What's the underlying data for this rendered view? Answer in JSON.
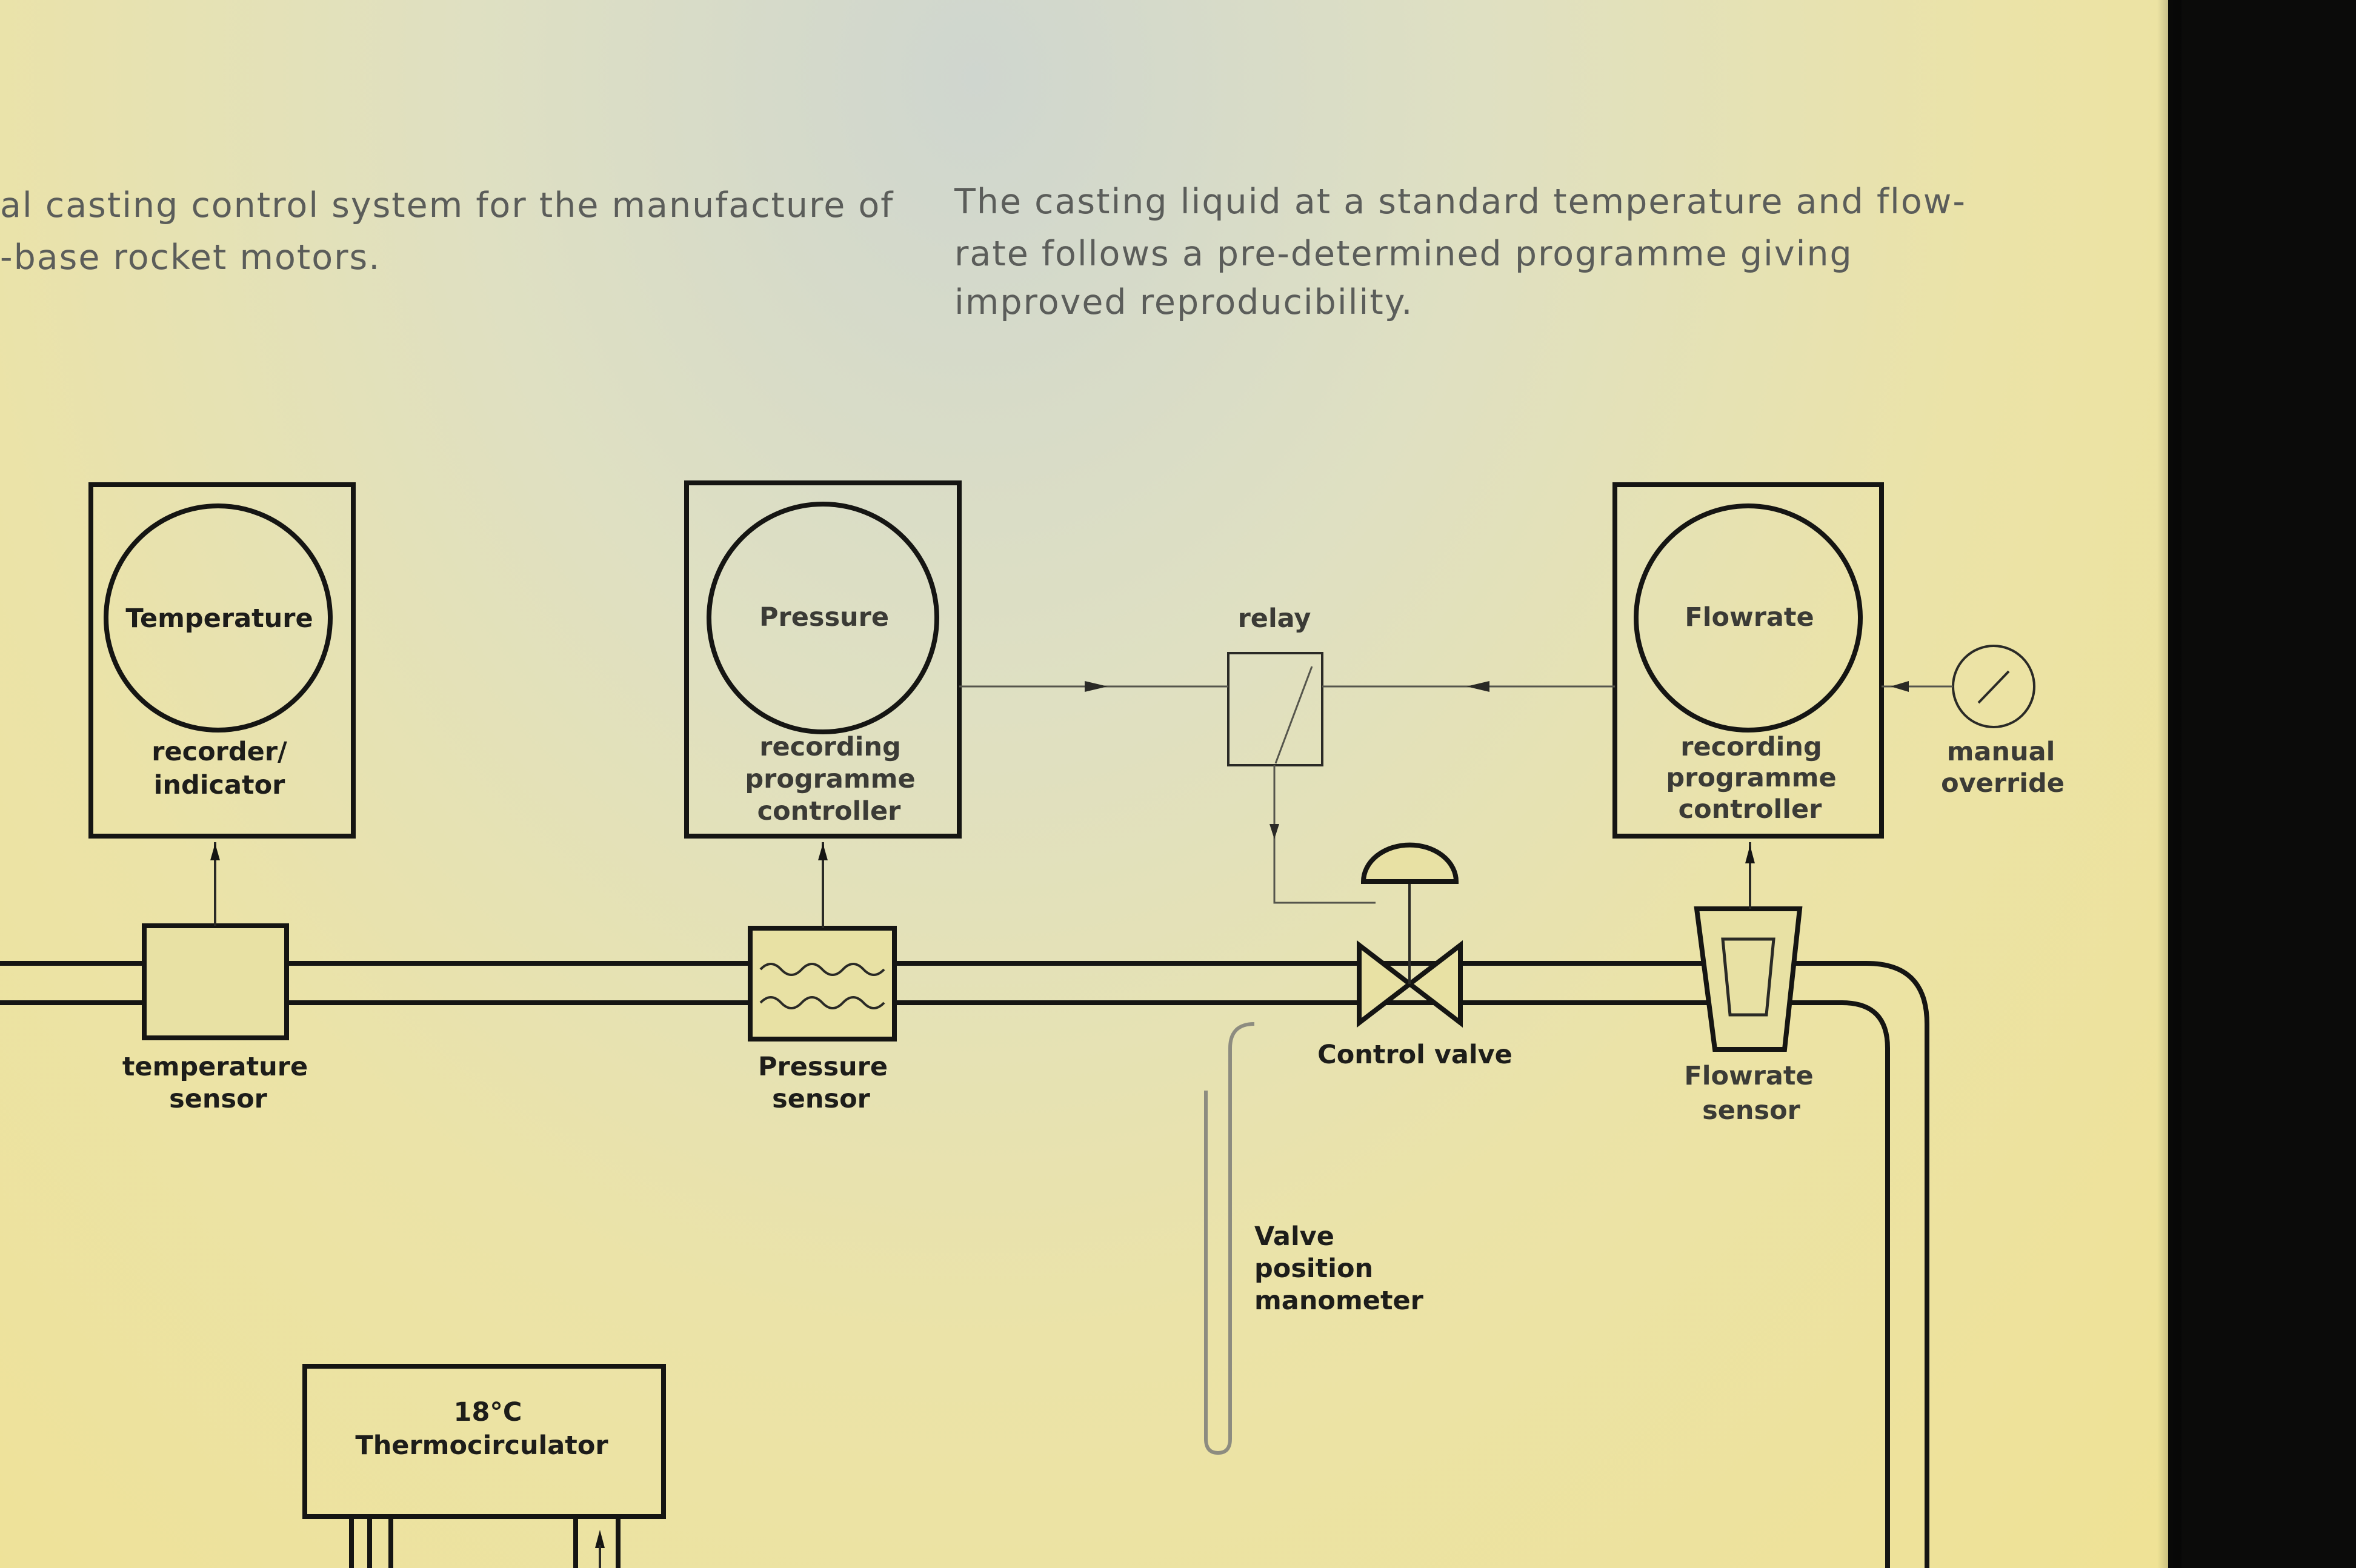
{
  "captions": {
    "left": [
      "al casting control system for the manufacture of",
      "-base rocket motors."
    ],
    "right": [
      "The casting liquid at a standard temperature and flow-",
      "rate follows a pre-determined programme giving",
      "improved reproducibility."
    ]
  },
  "instruments": {
    "temperature": {
      "dial": "Temperature",
      "lines": [
        "recorder/",
        "indicator"
      ]
    },
    "pressure": {
      "dial": "Pressure",
      "lines": [
        "recording",
        "programme",
        "controller"
      ]
    },
    "flowrate": {
      "dial": "Flowrate",
      "lines": [
        "recording",
        "programme",
        "controller"
      ]
    }
  },
  "relay": "relay",
  "manual_override": [
    "manual",
    "override"
  ],
  "sensors": {
    "temperature": [
      "temperature",
      "sensor"
    ],
    "pressure": [
      "Pressure",
      "sensor"
    ],
    "control_valve": "Control valve",
    "flowrate": [
      "Flowrate",
      "sensor"
    ]
  },
  "manometer": [
    "Valve",
    "position",
    "manometer"
  ],
  "thermocirculator": [
    "18°C",
    "Thermocirculator"
  ]
}
